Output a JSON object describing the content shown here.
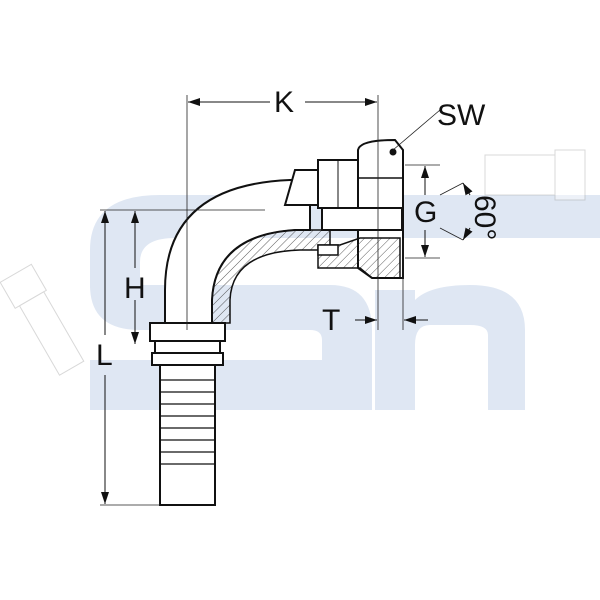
{
  "watermark": {
    "text": "SH",
    "color": "#dfe7f3"
  },
  "dimensions": {
    "k": "K",
    "sw": "SW",
    "g": "G",
    "angle": "60°",
    "h": "H",
    "l": "L",
    "t": "T"
  },
  "colors": {
    "line": "#111111",
    "watermark": "#dfe7f3"
  }
}
